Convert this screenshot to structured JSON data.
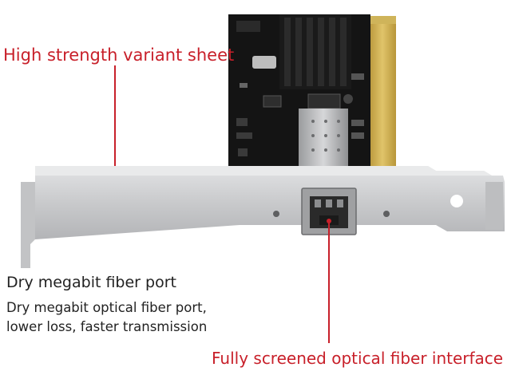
{
  "colors": {
    "accent_red": "#c8202a",
    "text_dark": "#222222",
    "pcb": "#141414",
    "gold": "#c9a94a",
    "bracket": "#cfd0d2",
    "heatsink": "#1a1a1a"
  },
  "callouts": {
    "top": "High strength variant sheet",
    "left_title": "Dry megabit fiber port",
    "left_desc_line1": "Dry megabit optical fiber port,",
    "left_desc_line2": "lower loss, faster transmission",
    "bottom": "Fully screened optical fiber interface"
  }
}
